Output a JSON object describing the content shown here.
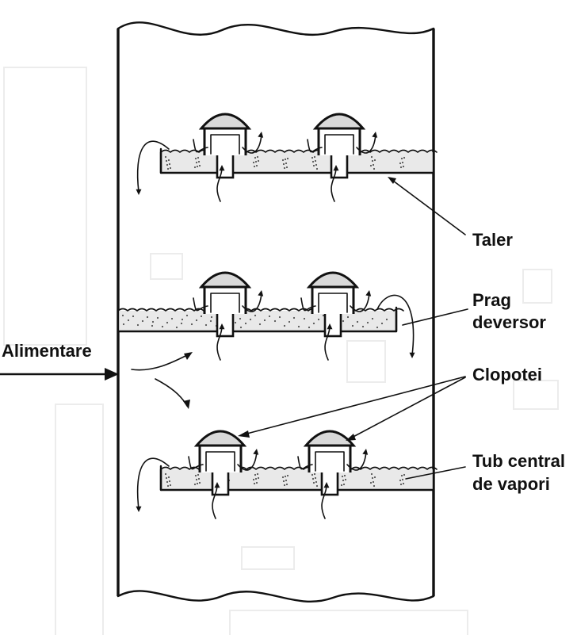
{
  "labels": {
    "feed": "Alimentare",
    "tray": "Taler",
    "weir_line1": "Prag",
    "weir_line2": "deversor",
    "bubble_caps": "Clopotei",
    "riser_line1": "Tub central",
    "riser_line2": "de vapori"
  },
  "diagram": {
    "trays": 3,
    "bubble_caps_per_tray": 2,
    "colors": {
      "ink": "#111111",
      "liquid": "#e9e9e9",
      "cap_dome": "#d9d9d9",
      "background": "#ffffff"
    }
  }
}
